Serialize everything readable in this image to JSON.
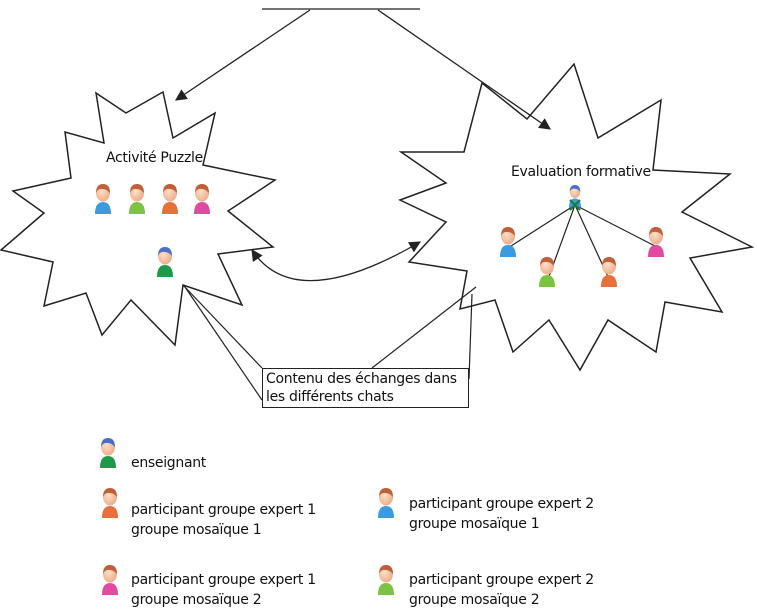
{
  "shapes": {
    "left": {
      "title": "Activité Puzzle"
    },
    "right": {
      "title": "Evaluation formative"
    }
  },
  "note": {
    "line1": "Contenu des échanges dans",
    "line2": "les différents chats"
  },
  "legend": [
    {
      "id": "teacher",
      "lines": [
        "enseignant"
      ],
      "head": "#6b8fd6",
      "body": "#1e9a4a",
      "icon": "teacher-person-icon"
    },
    {
      "id": "expert1-mosaic1",
      "lines": [
        "participant groupe  expert 1",
        "groupe mosaïque 1"
      ],
      "head": "#e9a07a",
      "body": "#e66f3c",
      "icon": "participant-orange-icon"
    },
    {
      "id": "expert2-mosaic1",
      "lines": [
        "participant groupe expert 2",
        "groupe mosaïque 1"
      ],
      "head": "#e9a07a",
      "body": "#3a9be0",
      "icon": "participant-blue-icon"
    },
    {
      "id": "expert1-mosaic2",
      "lines": [
        "participant groupe expert 1",
        "groupe mosaïque 2"
      ],
      "head": "#e9a07a",
      "body": "#e04aa0",
      "icon": "participant-pink-icon"
    },
    {
      "id": "expert2-mosaic2",
      "lines": [
        "participant groupe expert 2",
        "groupe mosaïque 2"
      ],
      "head": "#e9a07a",
      "body": "#7cc341",
      "icon": "participant-green-icon"
    }
  ],
  "colors": {
    "stroke": "#222222",
    "skin": "#f2c9a6",
    "hair_brown": "#c0603a",
    "hair_blue": "#4b6fc7",
    "cross": "#1e7a3a"
  }
}
